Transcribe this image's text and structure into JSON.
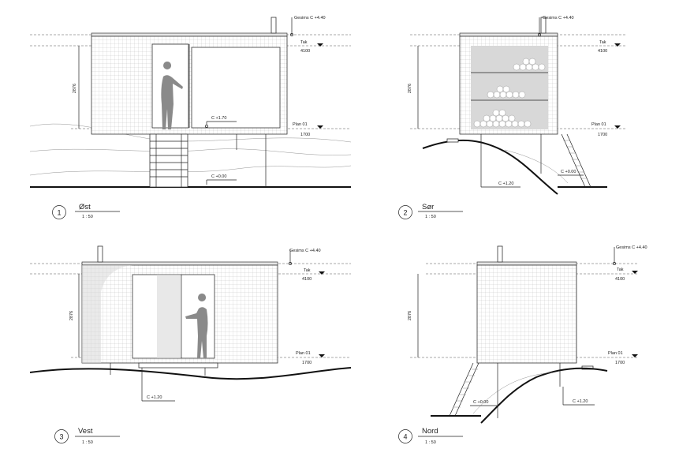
{
  "views": [
    {
      "number": "1",
      "name": "Øst",
      "scale": "1 : 50",
      "dimension": "2876",
      "labels": {
        "gesims": "Gesims C +4.40",
        "tak": "Tak",
        "tak_value": "4100",
        "plan": "Plan 01",
        "plan_value": "1700",
        "floor": "C +1.70",
        "ground": "C +0.00"
      }
    },
    {
      "number": "2",
      "name": "Sør",
      "scale": "1 : 50",
      "dimension": "2876",
      "labels": {
        "gesims": "Gesims C +4.40",
        "tak": "Tak",
        "tak_value": "4100",
        "plan": "Plan 01",
        "plan_value": "1700",
        "level_a": "C +0.00",
        "level_b": "C +1.20"
      }
    },
    {
      "number": "3",
      "name": "Vest",
      "scale": "1 : 50",
      "dimension": "2876",
      "labels": {
        "gesims": "Gesims C +4.40",
        "tak": "Tak",
        "tak_value": "4100",
        "plan": "Plan 01",
        "plan_value": "1700",
        "level_a": "C +1.20"
      }
    },
    {
      "number": "4",
      "name": "Nord",
      "scale": "1 : 50",
      "dimension": "2876",
      "labels": {
        "gesims": "Gesims C +4.40",
        "tak": "Tak",
        "tak_value": "4100",
        "plan": "Plan 01",
        "plan_value": "1700",
        "level_a": "C +0.00",
        "level_b": "C +1.20"
      }
    }
  ]
}
